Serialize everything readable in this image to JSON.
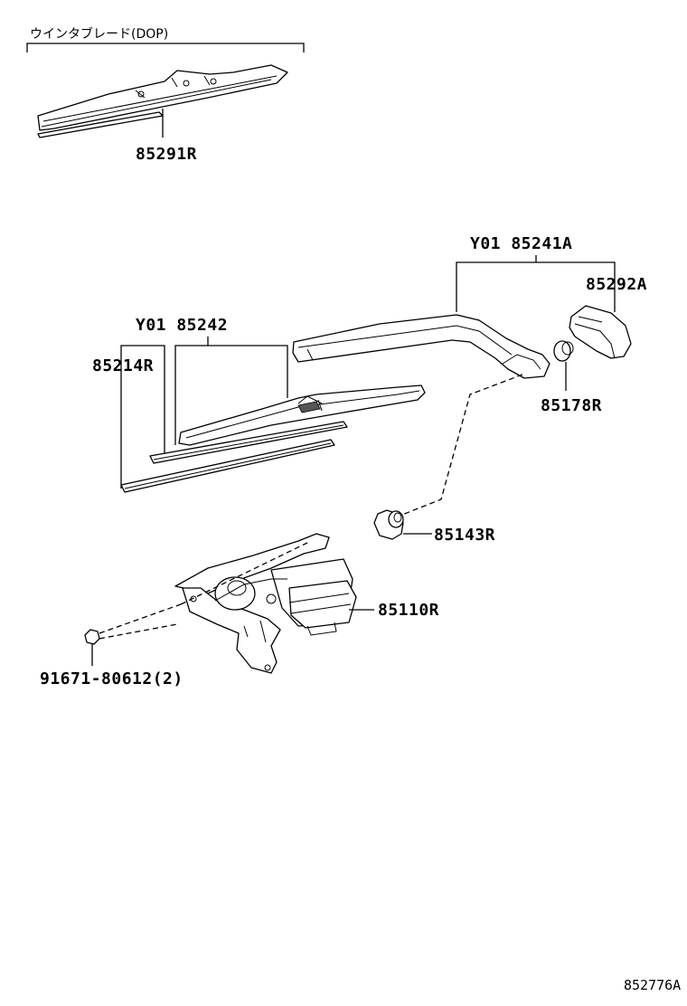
{
  "diagram": {
    "header_note": "ウインタブレード(DOP)",
    "labels": {
      "p85291R": "85291R",
      "p85241A": "Y01 85241A",
      "p85292A": "85292A",
      "p85242": "Y01 85242",
      "p85214R": "85214R",
      "p85178R": "85178R",
      "p85143R": "85143R",
      "p85110R": "85110R",
      "p91671": "91671-80612(2)"
    },
    "figure_id": "852776A"
  }
}
